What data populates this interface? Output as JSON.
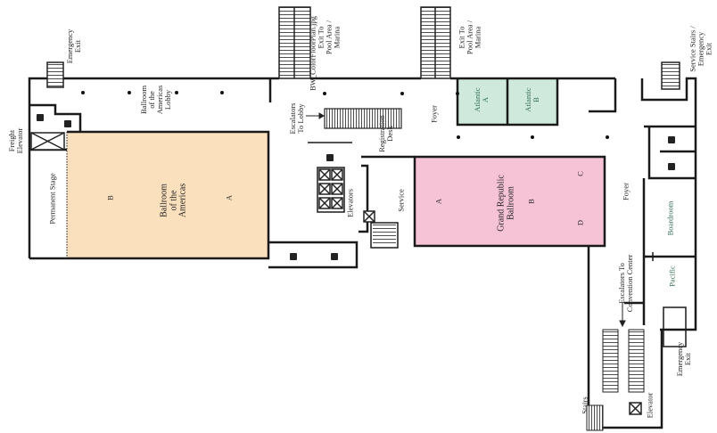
{
  "colors": {
    "americas": "#fbe0bd",
    "grand_republic": "#f6c2d6",
    "atlantic": "#cfeadd",
    "wall": "#1a1a1a"
  },
  "rooms": {
    "americas": {
      "name": "Ballroom of the Americas",
      "line1": "Ballroom",
      "line2": "of the",
      "line3": "Americas",
      "sec_a": "A",
      "sec_b": "B"
    },
    "americas_lobby": {
      "line1": "Ballroom",
      "line2": "of the",
      "line3": "Americas",
      "line4": "Lobby"
    },
    "stage": "Permanent Stage",
    "grand_republic": {
      "line1": "Grand Republic",
      "line2": "Ballroom",
      "sec_a": "A",
      "sec_b": "B",
      "sec_c": "C",
      "sec_d": "D"
    },
    "atlantic_a": {
      "line1": "Atlantic",
      "line2": "A"
    },
    "atlantic_b": {
      "line1": "Atlantic",
      "line2": "B"
    },
    "boardroom": "Boardroom",
    "pacific": "Pacific"
  },
  "labels": {
    "freight_elevator": {
      "line1": "Freight",
      "line2": "Elevator"
    },
    "emergency_exit_left": {
      "line1": "Emergency",
      "line2": "Exit"
    },
    "emergency_exit_right": {
      "line1": "Emergency",
      "line2": "Exit"
    },
    "exit_pool_1": {
      "line1": "Exit To",
      "line2": "Pool Area /",
      "line3": "Marina"
    },
    "exit_pool_2": {
      "line1": "Exit To",
      "line2": "Pool Area /",
      "line3": "Marina"
    },
    "overlay_text": "BW_ColorFloorPlan.jpg",
    "escalators_lobby": {
      "line1": "Escalators",
      "line2": "To Lobby"
    },
    "registration": {
      "line1": "Registration",
      "line2": "Desk"
    },
    "foyer_top": "Foyer",
    "foyer_right": "Foyer",
    "elevators": "Elevators",
    "service": "Service",
    "service_stairs": {
      "line1": "Service Stairs /",
      "line2": "Emergency",
      "line3": "Exit"
    },
    "escalators_cc": {
      "line1": "Escalators To",
      "line2": "Convention Center"
    },
    "stairs": "Stairs",
    "elevator": "Elevator"
  }
}
